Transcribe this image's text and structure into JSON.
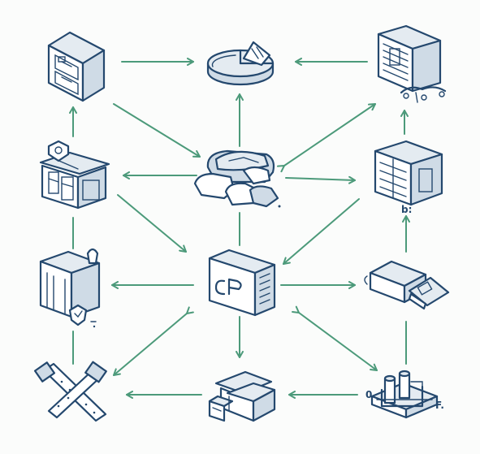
{
  "labels": {
    "gear_label": "b:",
    "piping_left": "0",
    "piping_right": "F."
  },
  "colors": {
    "arrow": "#4c9a7a",
    "outline": "#24486e",
    "shade": "#cfdbe6",
    "top": "#e4ebf1",
    "background": "#fbfcfb"
  },
  "icons": [
    "storage-cabinet-icon",
    "pie-chart-icon",
    "server-rack-icon",
    "locked-storefront-icon",
    "central-stone-hub-icon",
    "warehouse-block-icon",
    "shielded-container-icon",
    "main-processor-box-icon",
    "handheld-scanner-icon",
    "crossed-tools-icon",
    "stacked-crates-icon",
    "piping-plant-icon"
  ]
}
